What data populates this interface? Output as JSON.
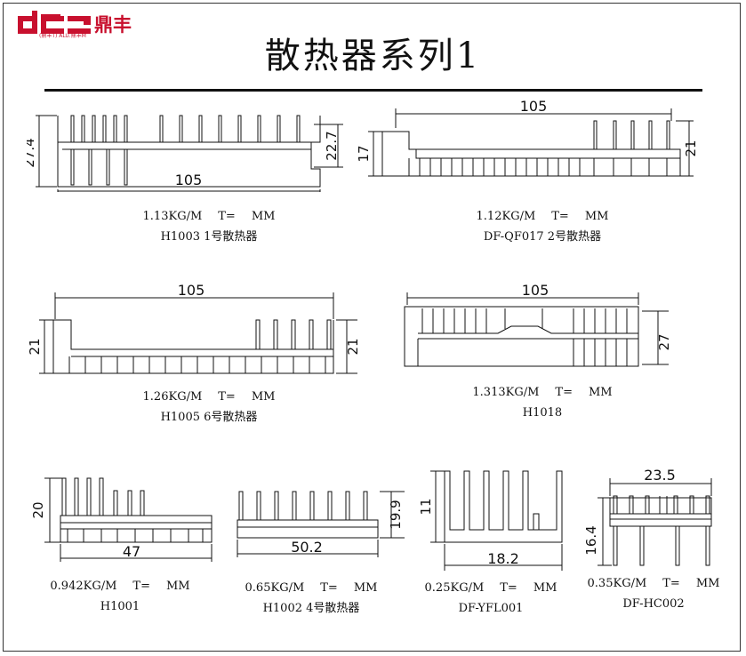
{
  "logo": {
    "text_cn": "鼎丰",
    "subtitle": "(鼎丰T) ALU.鼎丰M"
  },
  "title": "散热器系列1",
  "items": [
    {
      "weight": "1.13KG/M",
      "t": "T=",
      "unit": "MM",
      "name": "H1003 1号散热器",
      "dims": {
        "width": "105",
        "height": "27.4",
        "height2": "22.7"
      }
    },
    {
      "weight": "1.12KG/M",
      "t": "T=",
      "unit": "MM",
      "name": "DF-QF017 2号散热器",
      "dims": {
        "width": "105",
        "height": "17",
        "height2": "21"
      }
    },
    {
      "weight": "1.26KG/M",
      "t": "T=",
      "unit": "MM",
      "name": "H1005 6号散热器",
      "dims": {
        "width": "105",
        "height": "21",
        "height2": "21"
      }
    },
    {
      "weight": "1.313KG/M",
      "t": "T=",
      "unit": "MM",
      "name": "H1018",
      "dims": {
        "width": "105",
        "height": "27"
      }
    },
    {
      "weight": "0.942KG/M",
      "t": "T=",
      "unit": "MM",
      "name": "H1001",
      "dims": {
        "width": "47",
        "height": "20"
      }
    },
    {
      "weight": "0.65KG/M",
      "t": "T=",
      "unit": "MM",
      "name": "H1002 4号散热器",
      "dims": {
        "width": "50.2",
        "height": "19.9"
      }
    },
    {
      "weight": "0.25KG/M",
      "t": "T=",
      "unit": "MM",
      "name": "DF-YFL001",
      "dims": {
        "width": "18.2",
        "height": "11"
      }
    },
    {
      "weight": "0.35KG/M",
      "t": "T=",
      "unit": "MM",
      "name": "DF-HC002",
      "dims": {
        "width": "23.5",
        "height": "16.4"
      }
    }
  ]
}
